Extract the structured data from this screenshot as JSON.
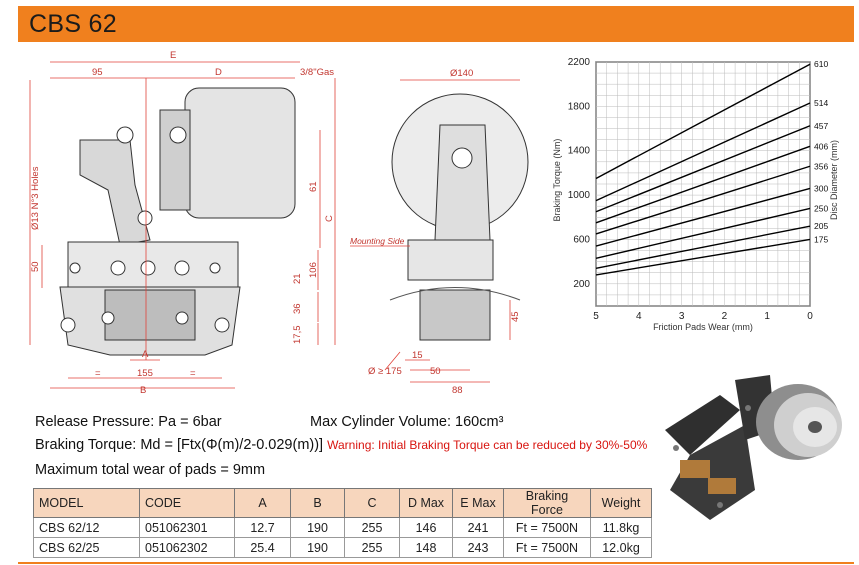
{
  "header": {
    "title": "CBS 62"
  },
  "drawing": {
    "dims_front": {
      "E": "E",
      "d95": "95",
      "D": "D",
      "gas": "3/8\"Gas",
      "holes": "Ø13 N°3 Holes",
      "d50": "50",
      "d61": "61",
      "C": "C",
      "d106": "106",
      "d21": "21",
      "d36": "36",
      "d175": "17,5",
      "A": "A",
      "eq1": "=",
      "d155": "155",
      "eq2": "=",
      "B": "B"
    },
    "dims_side": {
      "d140": "Ø140",
      "mounting": "Mounting Side",
      "d45": "45",
      "d15": "15",
      "disc": "Ø ≥ 175",
      "d50": "50",
      "d88": "88"
    }
  },
  "chart_data": {
    "type": "line",
    "xlabel": "Friction Pads Wear (mm)",
    "ylabel": "Braking Torque (Nm)",
    "right_label": "Disc Diameter (mm)",
    "x_ticks": [
      "5",
      "4",
      "3",
      "2",
      "1",
      "0"
    ],
    "y_ticks": [
      "2200",
      "1800",
      "1400",
      "1000",
      "600",
      "200"
    ],
    "xlim": [
      5,
      0
    ],
    "ylim": [
      0,
      2200
    ],
    "grid": true,
    "series": [
      {
        "name": "610",
        "values": [
          {
            "x": 5,
            "y": 1150
          },
          {
            "x": 0,
            "y": 2180
          }
        ]
      },
      {
        "name": "514",
        "values": [
          {
            "x": 5,
            "y": 950
          },
          {
            "x": 0,
            "y": 1830
          }
        ]
      },
      {
        "name": "457",
        "values": [
          {
            "x": 5,
            "y": 850
          },
          {
            "x": 0,
            "y": 1625
          }
        ]
      },
      {
        "name": "406",
        "values": [
          {
            "x": 5,
            "y": 750
          },
          {
            "x": 0,
            "y": 1440
          }
        ]
      },
      {
        "name": "356",
        "values": [
          {
            "x": 5,
            "y": 650
          },
          {
            "x": 0,
            "y": 1260
          }
        ]
      },
      {
        "name": "300",
        "values": [
          {
            "x": 5,
            "y": 540
          },
          {
            "x": 0,
            "y": 1060
          }
        ]
      },
      {
        "name": "250",
        "values": [
          {
            "x": 5,
            "y": 430
          },
          {
            "x": 0,
            "y": 880
          }
        ]
      },
      {
        "name": "205",
        "values": [
          {
            "x": 5,
            "y": 340
          },
          {
            "x": 0,
            "y": 720
          }
        ]
      },
      {
        "name": "175",
        "values": [
          {
            "x": 5,
            "y": 280
          },
          {
            "x": 0,
            "y": 600
          }
        ]
      }
    ]
  },
  "info": {
    "pressure": "Release Pressure: Pa = 6bar",
    "cylinder": "Max Cylinder Volume: 160cm³",
    "torque": "Braking Torque: Md = [Ftx(Φ(m)/2-0.029(m))]",
    "warning": "Warning: Initial Braking Torque can be reduced by 30%-50%",
    "wear": "Maximum total wear of pads = 9mm"
  },
  "table": {
    "headers": [
      "MODEL",
      "CODE",
      "A",
      "B",
      "C",
      "D Max",
      "E Max",
      "Braking Force",
      "Weight"
    ],
    "rows": [
      [
        "CBS 62/12",
        "051062301",
        "12.7",
        "190",
        "255",
        "146",
        "241",
        "Ft = 7500N",
        "11.8kg"
      ],
      [
        "CBS 62/25",
        "051062302",
        "25.4",
        "190",
        "255",
        "148",
        "243",
        "Ft = 7500N",
        "12.0kg"
      ]
    ]
  },
  "colors": {
    "accent": "#f0801e",
    "table_header": "#f7d6bd",
    "warning": "#d8140f",
    "dimension": "#e0433a"
  }
}
